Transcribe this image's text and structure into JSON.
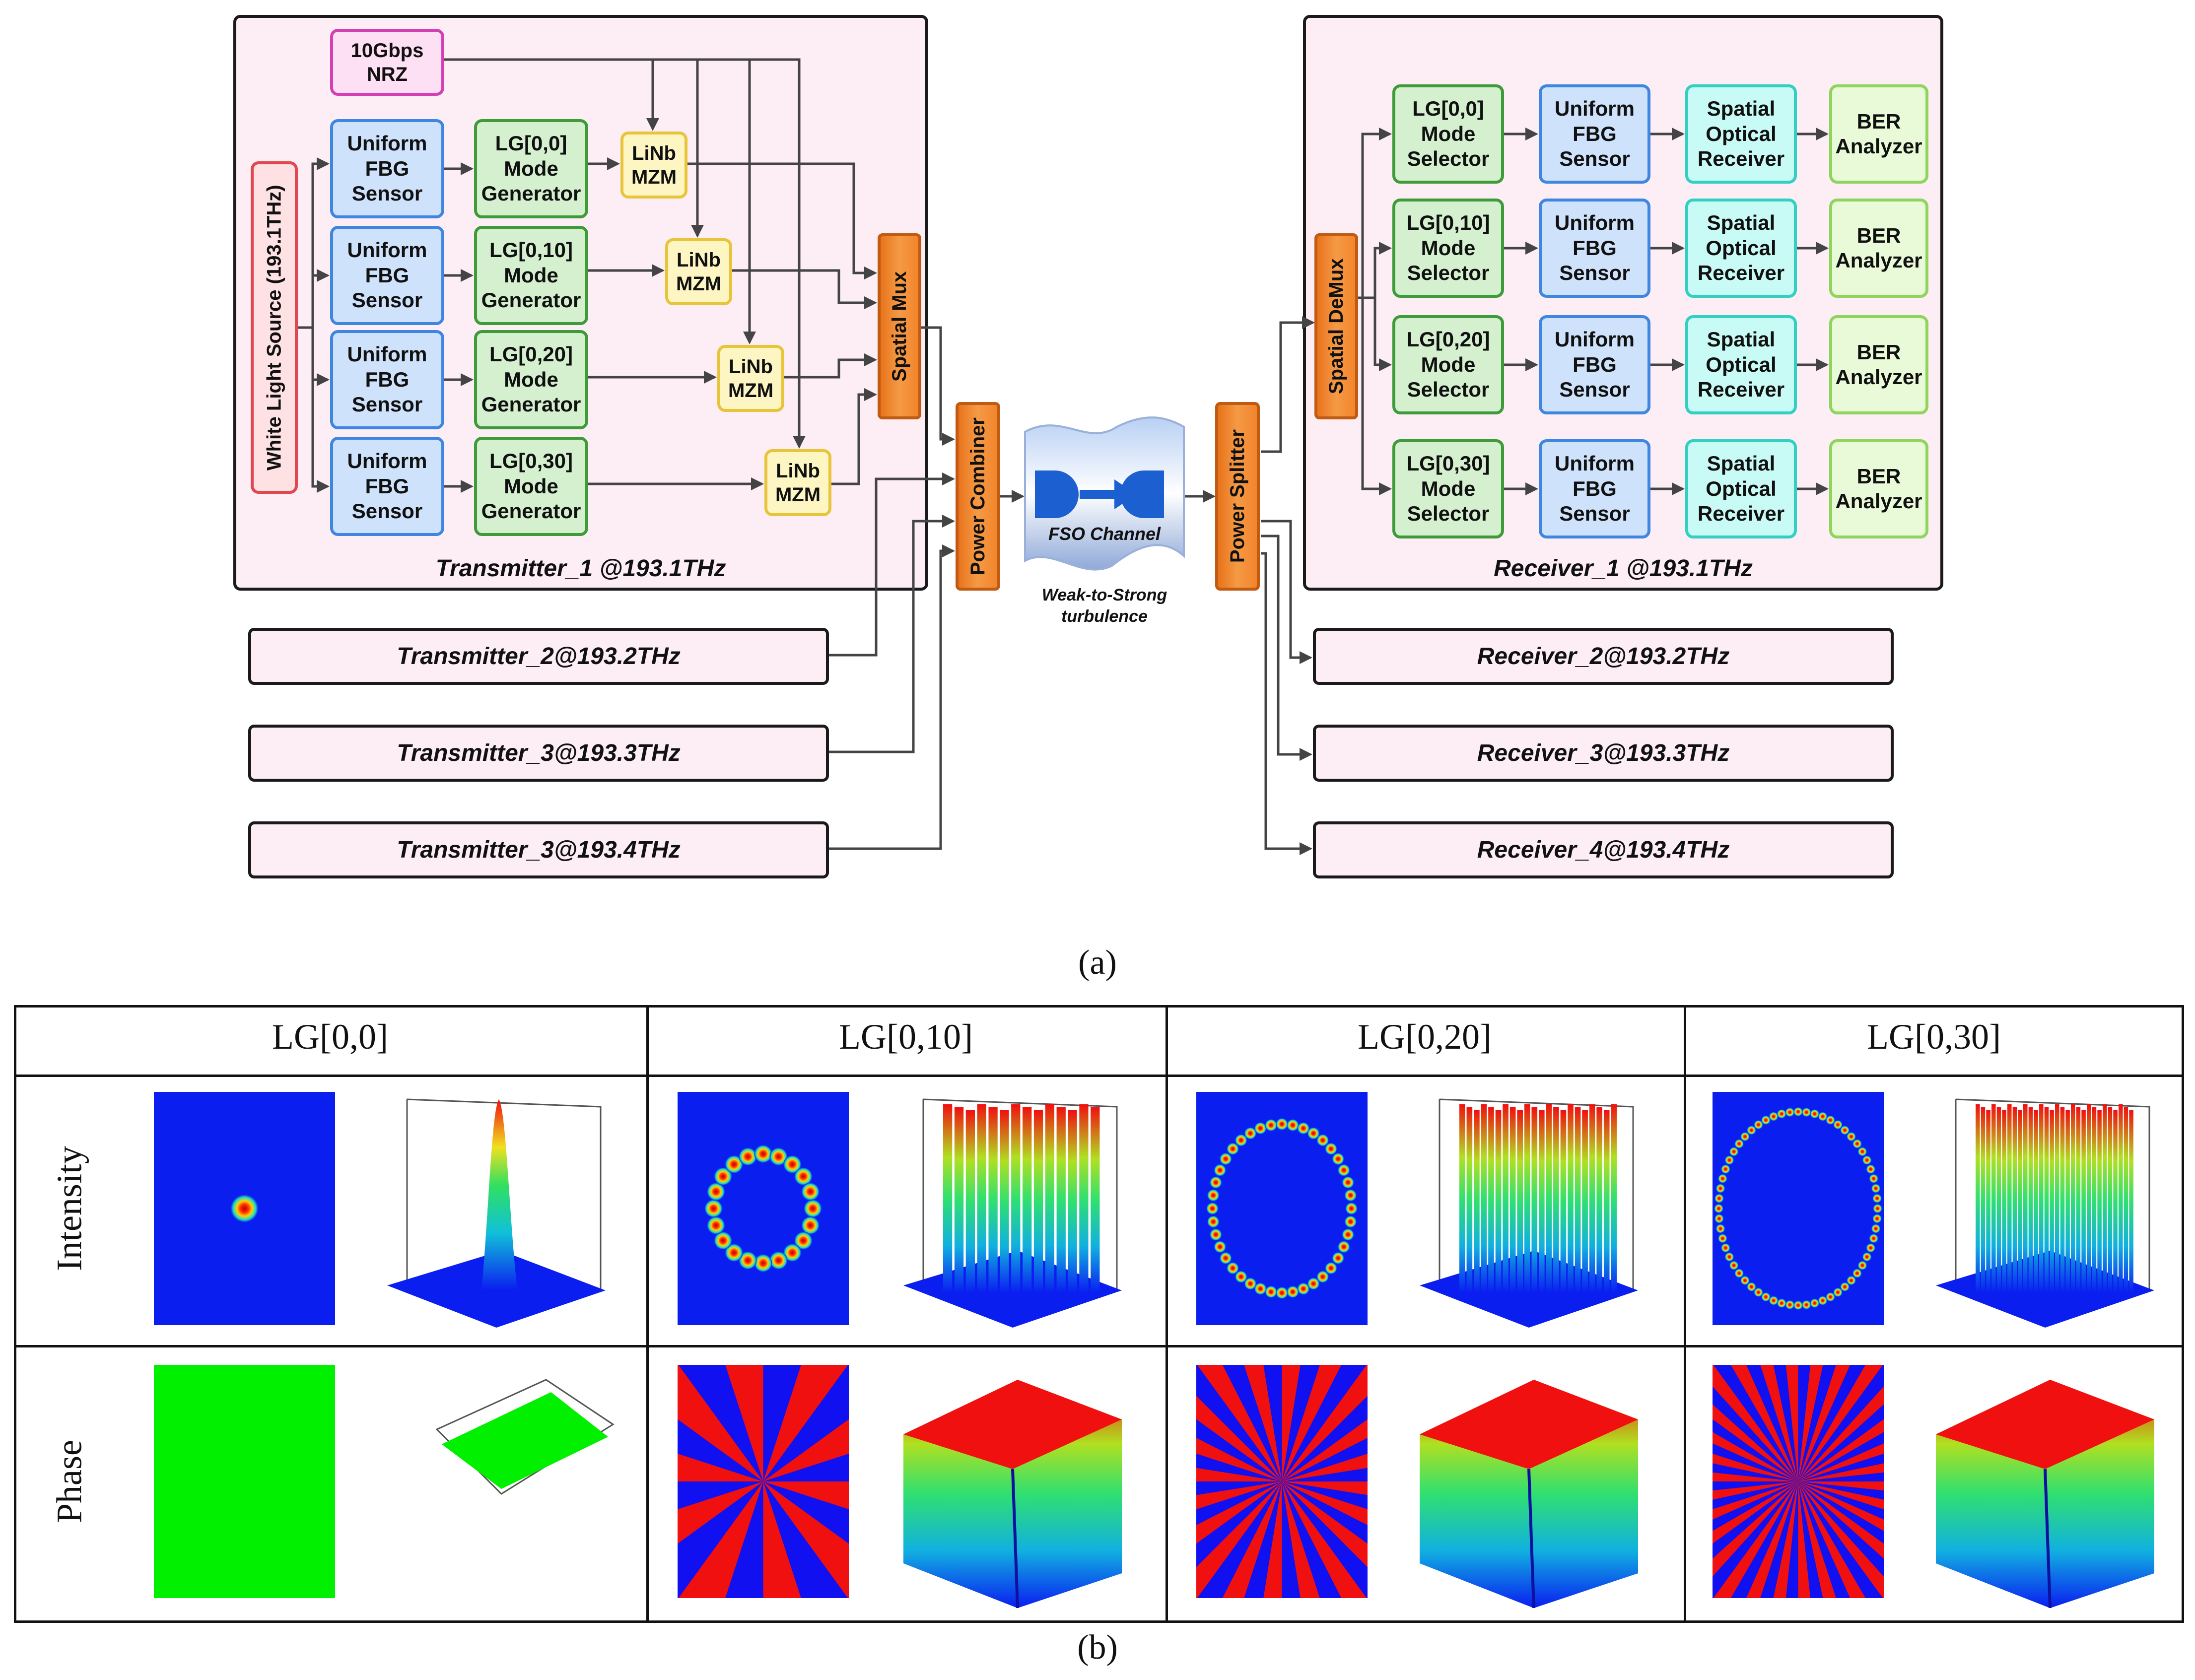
{
  "transmitter1": {
    "source_label": "White Light Source (193.1THz)",
    "nrz_label": "10Gbps\nNRZ",
    "fbg_label": "Uniform\nFBG\nSensor",
    "mode_generators": [
      "LG[0,0]\nMode\nGenerator",
      "LG[0,10]\nMode\nGenerator",
      "LG[0,20]\nMode\nGenerator",
      "LG[0,30]\nMode\nGenerator"
    ],
    "mzm_label": "LiNb\nMZM",
    "mux_label": "Spatial Mux",
    "caption": "Transmitter_1 @193.1THz"
  },
  "combiner_label": "Power Combiner",
  "channel": {
    "label": "FSO Channel",
    "turbulence": "Weak-to-Strong\nturbulence"
  },
  "splitter_label": "Power Splitter",
  "receiver1": {
    "demux_label": "Spatial DeMux",
    "mode_selectors": [
      "LG[0,0]\nMode\nSelector",
      "LG[0,10]\nMode\nSelector",
      "LG[0,20]\nMode\nSelector",
      "LG[0,30]\nMode\nSelector"
    ],
    "fbg_label": "Uniform\nFBG\nSensor",
    "optical_rx_label": "Spatial\nOptical\nReceiver",
    "ber_label": "BER\nAnalyzer",
    "caption": "Receiver_1 @193.1THz"
  },
  "other_transmitters": [
    "Transmitter_2@193.2THz",
    "Transmitter_3@193.3THz",
    "Transmitter_3@193.4THz"
  ],
  "other_receivers": [
    "Receiver_2@193.2THz",
    "Receiver_3@193.3THz",
    "Receiver_4@193.4THz"
  ],
  "caption_a": "(a)",
  "modes_table": {
    "headers": [
      "LG[0,0]",
      "LG[0,10]",
      "LG[0,20]",
      "LG[0,30]"
    ],
    "rows": [
      "Intensity",
      "Phase"
    ]
  },
  "caption_b": "(b)",
  "colors": {
    "frame_fill": "#fdeef6",
    "arrow": "#444444",
    "intensity_bg": "#0a1ef0",
    "phase_red": "#f01010",
    "phase_blue": "#1010f0",
    "phase_green": "#00f000"
  }
}
